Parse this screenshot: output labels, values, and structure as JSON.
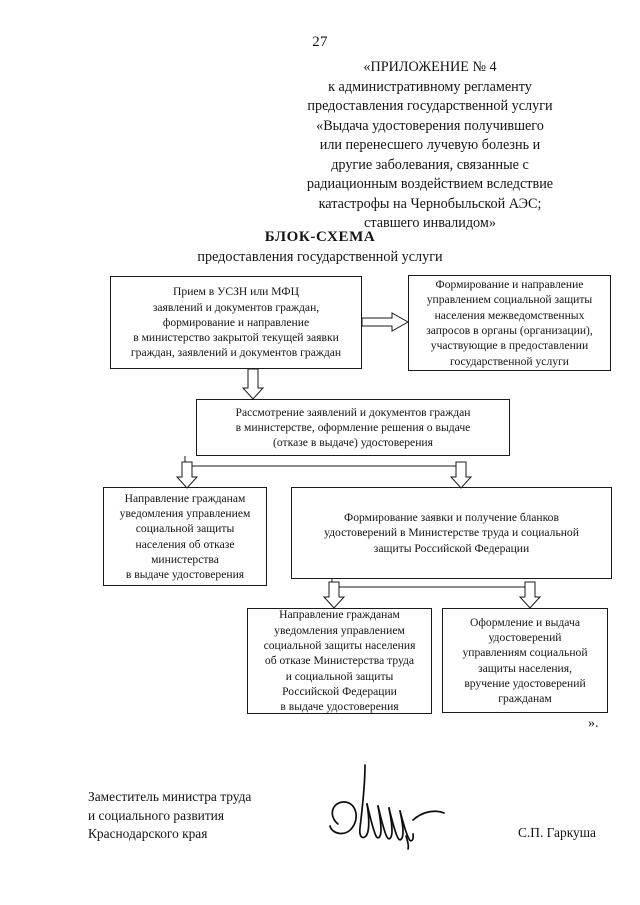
{
  "document": {
    "page_number": "27",
    "appendix_heading": [
      "«ПРИЛОЖЕНИЕ № 4",
      "к административному регламенту",
      "предоставления государственной услуги",
      "«Выдача удостоверения получившего",
      "или перенесшего лучевую болезнь и",
      "другие заболевания, связанные с",
      "радиационным воздействием вследствие",
      "катастрофы на Чернобыльской АЭС;",
      "ставшего инвалидом»"
    ],
    "appendix_heading_text": "«ПРИЛОЖЕНИЕ № 4\nк административному регламенту\nпредоставления государственной услуги\n«Выдача удостоверения получившего\nили перенесшего лучевую болезнь и\nдругие заболевания, связанные с\nрадиационным воздействием вследствие\nкатастрофы на Чернобыльской АЭС;\nставшего инвалидом»",
    "closing_quote": "».",
    "text_color": "#141414",
    "background_color": "#ffffff"
  },
  "scheme": {
    "title": "БЛОК-СХЕМА",
    "subtitle": "предоставления государственной услуги",
    "line_color": "#1a1a1a",
    "nodes": {
      "intake": "Прием в УСЗН или МФЦ\nзаявлений и документов граждан,\nформирование и направление\nв министерство закрытой текущей заявки\nграждан, заявлений и документов граждан",
      "interdept": "Формирование и направление\nуправлением социальной защиты\nнаселения межведомственных\nзапросов в органы (организации),\nучаствующие в предоставлении\nгосударственной услуги",
      "review": "Рассмотрение заявлений и документов граждан\nв министерстве, оформление решения о выдаче\n(отказе в выдаче) удостоверения",
      "refusal_regional": "Направление гражданам\nуведомления управлением\nсоциальной защиты\nнаселения  об отказе\nминистерства\nв выдаче удостоверения",
      "forms": "Формирование заявки и получение бланков\nудостоверений в Министерстве труда и социальной\nзащиты Российской Федерации",
      "refusal_federal": "Направление гражданам\nуведомления управлением\nсоциальной защиты населения\nоб отказе Министерства труда\nи социальной защиты\nРоссийской Федерации\nв выдаче удостоверения",
      "issue": "Оформление и выдача\nудостоверений\nуправлениям социальной\nзащиты населения,\nвручение удостоверений\nгражданам"
    }
  },
  "signature": {
    "role": "Заместитель министра труда\nи социального развития\nКраснодарского края",
    "name": "С.П. Гаркуша"
  }
}
